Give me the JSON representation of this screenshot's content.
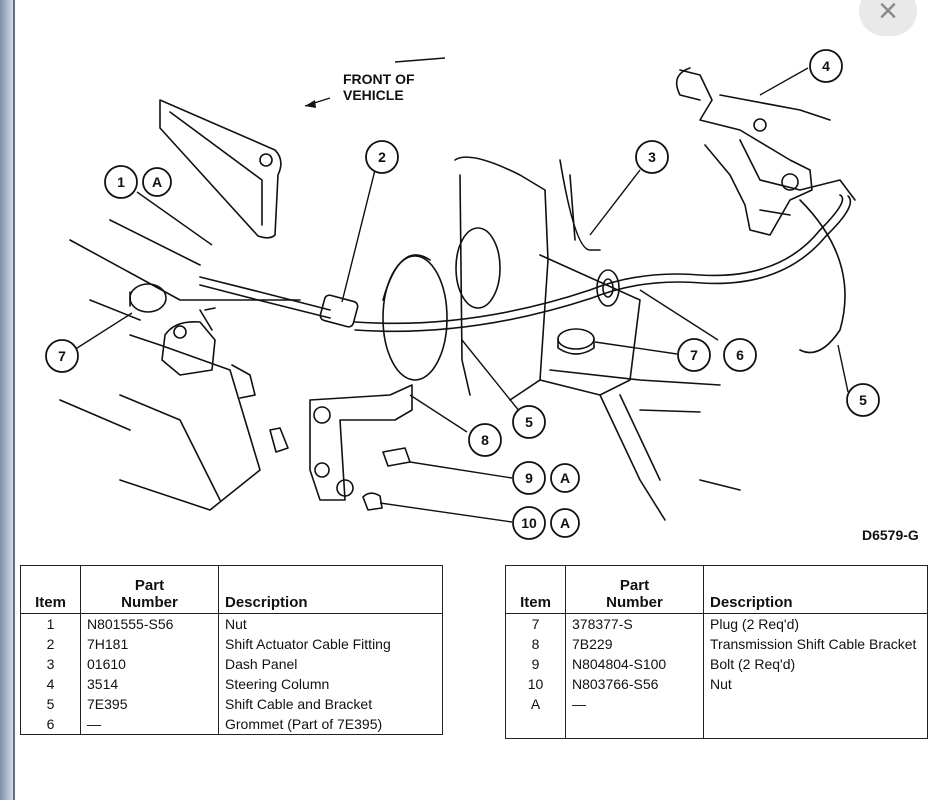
{
  "close_icon": "×",
  "diagram": {
    "front_label_1": "FRONT OF",
    "front_label_2": "VEHICLE",
    "figure_code": "D6579-G",
    "callouts": {
      "c1": "1",
      "c1a": "A",
      "c2": "2",
      "c3": "3",
      "c4": "4",
      "c5_left": "5",
      "c5_right": "5",
      "c6": "6",
      "c7_left": "7",
      "c7_right": "7",
      "c8": "8",
      "c9": "9",
      "c9a": "A",
      "c10": "10",
      "c10a": "A"
    }
  },
  "table_left": {
    "headers": {
      "item": "Item",
      "part_1": "Part",
      "part_2": "Number",
      "description": "Description"
    },
    "rows": [
      {
        "item": "1",
        "part": "N801555-S56",
        "description": "Nut"
      },
      {
        "item": "2",
        "part": "7H181",
        "description": "Shift Actuator Cable Fitting"
      },
      {
        "item": "3",
        "part": "01610",
        "description": "Dash Panel"
      },
      {
        "item": "4",
        "part": "3514",
        "description": "Steering Column"
      },
      {
        "item": "5",
        "part": "7E395",
        "description": "Shift Cable and Bracket"
      },
      {
        "item": "6",
        "part": "—",
        "description": "Grommet (Part of 7E395)"
      }
    ]
  },
  "table_right": {
    "headers": {
      "item": "Item",
      "part_1": "Part",
      "part_2": "Number",
      "description": "Description"
    },
    "rows": [
      {
        "item": "7",
        "part": "378377-S",
        "description": "Plug (2 Req'd)"
      },
      {
        "item": "8",
        "part": "7B229",
        "description": "Transmission Shift Cable Bracket"
      },
      {
        "item": "9",
        "part": "N804804-S100",
        "description": "Bolt (2 Req'd)"
      },
      {
        "item": "10",
        "part": "N803766-S56",
        "description": "Nut"
      },
      {
        "item": "A",
        "part": "—",
        "description": ""
      }
    ]
  }
}
